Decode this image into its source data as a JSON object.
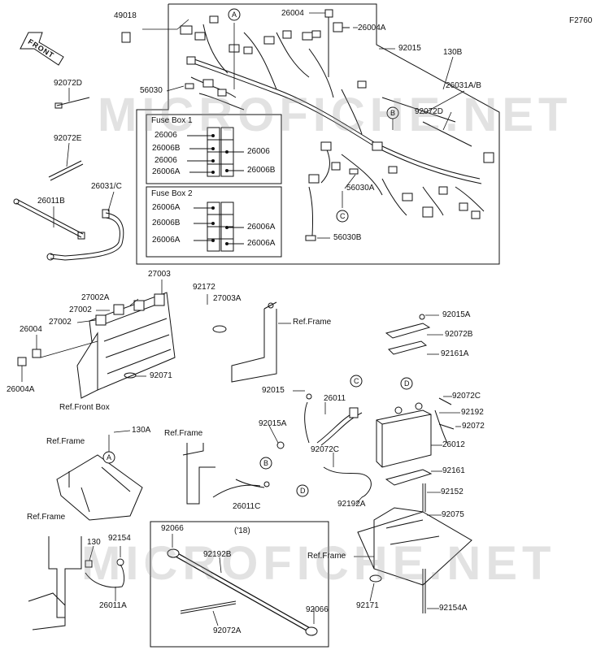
{
  "figure_id": "F2760",
  "front_arrow": "FRONT",
  "watermarks": [
    "MICROFICHE.NET",
    "MICROFICHE.NET"
  ],
  "callouts": {
    "A": "A",
    "B": "B",
    "C": "C",
    "D": "D"
  },
  "fuse_box_1": {
    "title": "Fuse Box 1",
    "left_labels": [
      "26006",
      "26006B",
      "26006",
      "26006A"
    ],
    "right_labels": [
      "26006",
      "26006B"
    ]
  },
  "fuse_box_2": {
    "title": "Fuse Box 2",
    "left_labels": [
      "26006A",
      "26006B",
      "26006A"
    ],
    "right_labels": [
      "26006A",
      "26006A"
    ]
  },
  "year_note": "('18)",
  "parts": {
    "p49018": "49018",
    "p92072D_left": "92072D",
    "p92072E": "92072E",
    "p26011B": "26011B",
    "p26031C": "26031/C",
    "p56030": "56030",
    "p26004_top": "26004",
    "p26004A_top": "26004A",
    "p92015_top": "92015",
    "p130B": "130B",
    "p26031AB": "26031A/B",
    "p92072D_right": "92072D",
    "p56030A": "56030A",
    "p56030B": "56030B",
    "p27003": "27003",
    "p27002A": "27002A",
    "p27002_a": "27002",
    "p27002_b": "27002",
    "p26004_left": "26004",
    "p26004A_left": "26004A",
    "p92071": "92071",
    "ref_front_box": "Ref.Front Box",
    "p92172": "92172",
    "p27003A": "27003A",
    "ref_frame_top": "Ref.Frame",
    "p92015A_top": "92015A",
    "p92072B": "92072B",
    "p92161A": "92161A",
    "p92015_mid": "92015",
    "p26011": "26011",
    "p92015A_mid": "92015A",
    "p92072C_right": "92072C",
    "p92192": "92192",
    "p92072": "92072",
    "p26012": "26012",
    "p92072C_mid": "92072C",
    "p92161": "92161",
    "p92192A": "92192A",
    "p92152": "92152",
    "p92075": "92075",
    "ref_frame_right": "Ref.Frame",
    "p92171": "92171",
    "p92154A": "92154A",
    "p130A": "130A",
    "ref_frame_left1": "Ref.Frame",
    "ref_frame_mid": "Ref.Frame",
    "p26011C": "26011C",
    "ref_frame_left2": "Ref.Frame",
    "p130": "130",
    "p92154": "92154",
    "p26011A": "26011A",
    "p92066_top": "92066",
    "p92192B": "92192B",
    "p92072A": "92072A",
    "p92066_bottom": "92066"
  }
}
